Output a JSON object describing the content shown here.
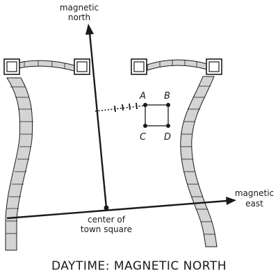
{
  "labels": {
    "north_line1": "magnetic",
    "north_line2": "north",
    "east_line1": "magnetic",
    "east_line2": "east",
    "origin_line1": "center of",
    "origin_line2": "town square",
    "caption": "DAYTIME: MAGNETIC NORTH"
  },
  "corners": [
    "A",
    "B",
    "C",
    "D"
  ],
  "colors": {
    "ink": "#1a1a1a",
    "wall_fill": "#d4d4d4",
    "background": "#ffffff"
  }
}
